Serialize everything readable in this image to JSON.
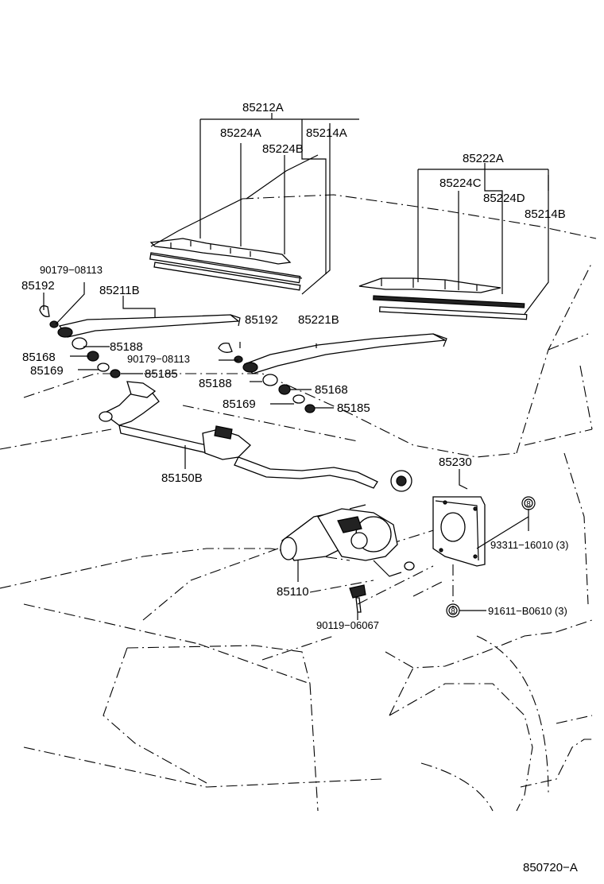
{
  "parts": {
    "p85212A": "85212A",
    "p85224A": "85224A",
    "p85214A": "85214A",
    "p85224B": "85224B",
    "p85222A": "85222A",
    "p85224C": "85224C",
    "p85224D": "85224D",
    "p85214B": "85214B",
    "p90179_08113_a": "90179−08113",
    "p85192_a": "85192",
    "p85211B": "85211B",
    "p85188_a": "85188",
    "p85168_a": "85168",
    "p85169_a": "85169",
    "p90179_08113_b": "90179−08113",
    "p85185_a": "85185",
    "p85192_b": "85192",
    "p85221B": "85221B",
    "p85188_b": "85188",
    "p85168_b": "85168",
    "p85169_b": "85169",
    "p85185_b": "85185",
    "p85150B": "85150B",
    "p85230": "85230",
    "p93311": "93311−16010 (3)",
    "p85110": "85110",
    "p90119": "90119−06067",
    "p91611": "91611−B0610 (3)",
    "marker8_a": "8",
    "marker8_b": "8"
  },
  "diagram_id": "850720−A"
}
